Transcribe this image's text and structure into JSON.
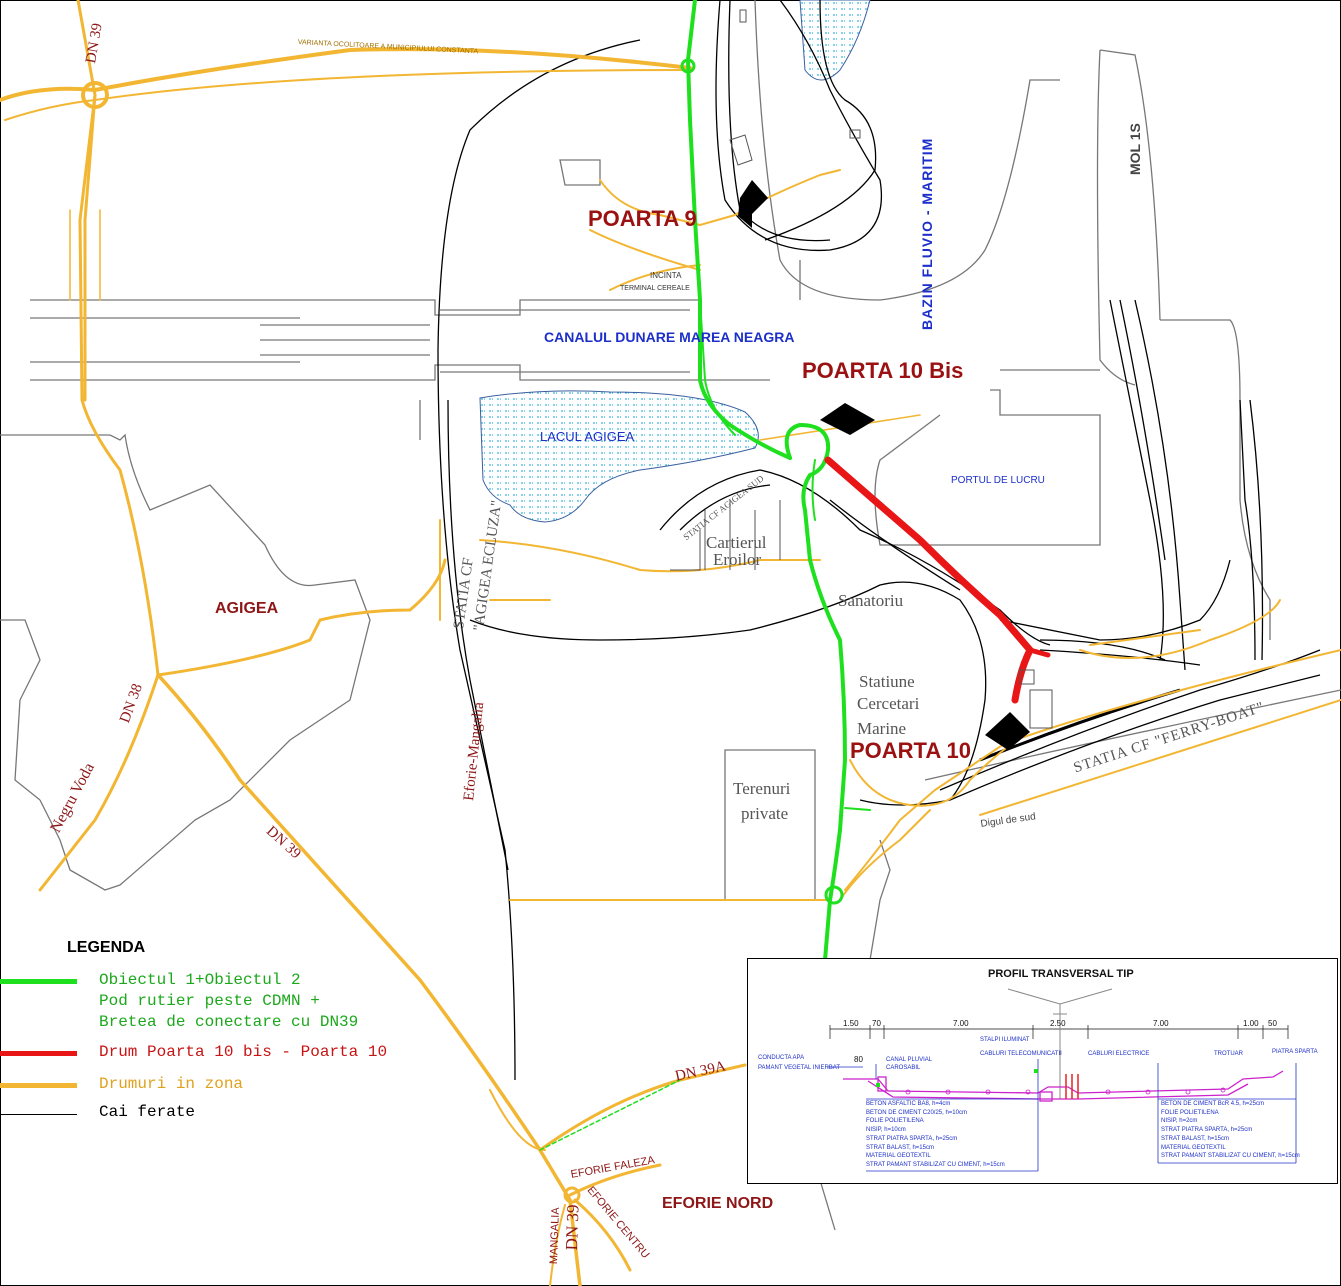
{
  "colors": {
    "green": "#1ee01e",
    "red": "#e81616",
    "yellow": "#f2b632",
    "water": "#8fe0f0",
    "label_red": "#9b1111",
    "label_blue": "#1c2fc9",
    "grey": "#666666"
  },
  "gates": {
    "poarta9": "POARTA 9",
    "poarta10bis": "POARTA 10 Bis",
    "poarta10": "POARTA 10"
  },
  "water_labels": {
    "canal": "CANALUL DUNARE MAREA NEAGRA",
    "bazin": "BAZIN FLUVIO - MARITIM",
    "lac": "LACUL AGIGEA",
    "port": "PORTUL DE LUCRU",
    "mol": "MOL 1S"
  },
  "places": {
    "agigea": "AGIGEA",
    "eforie_nord": "EFORIE NORD",
    "cartier_1": "Cartierul",
    "cartier_2": "Eroilor",
    "sanatoriu": "Sanatoriu",
    "statiune_1": "Statiune",
    "statiune_2": "Cercetari",
    "statiune_3": "Marine",
    "terenuri_1": "Terenuri",
    "terenuri_2": "private",
    "statia_ecluza_1": "STATIA CF",
    "statia_ecluza_2": "\"AGIGEA ECLUZA\"",
    "eforie_mangalia": "Eforie-Mangalia",
    "ferry_boat": "STATIA CF \"FERRY-BOAT\"",
    "agigea_sud": "STATIA CF AGIGEA SUD",
    "digul": "Digul de sud",
    "incinta_1": "INCINTA",
    "incinta_2": "TERMINAL CEREALE",
    "variant": "VARIANTA OCOLITOARE A MUNICIPIULUI CONSTANTA"
  },
  "roads": {
    "dn39_top": "DN 39",
    "dn38": "DN 38",
    "negru_voda": "Negru Voda",
    "dn39_mid": "DN 39",
    "dn39a": "DN 39A",
    "eforie_faleza": "EFORIE FALEZA",
    "eforie_centru": "EFORIE CENTRU",
    "mangalia": "MANGALIA",
    "dn39_bottom": "DN 39"
  },
  "legend": {
    "title": "LEGENDA",
    "items": [
      {
        "color": "#1ee01e",
        "text_color": "#1ca81c",
        "lines": [
          "Obiectul 1+Obiectul 2",
          "Pod rutier peste CDMN +",
          "Bretea de conectare cu DN39"
        ]
      },
      {
        "color": "#e81616",
        "text_color": "#c81414",
        "lines": [
          "Drum Poarta 10 bis - Poarta 10"
        ]
      },
      {
        "color": "#f2b632",
        "text_color": "#e0a21e",
        "lines": [
          "Drumuri in zona"
        ]
      },
      {
        "color": "#000000",
        "text_color": "#000000",
        "lines": [
          "Cai ferate"
        ]
      }
    ]
  },
  "profile": {
    "title": "PROFIL TRANSVERSAL TIP",
    "dims": [
      "1.50",
      "70",
      "7.00",
      "2.50",
      "7.00",
      "1.00",
      "50"
    ],
    "labels_top": [
      "CONDUCTA APA",
      "PAMANT VEGETAL INIERBAT",
      "80",
      "CANAL PLUVIAL",
      "CAROSABIL",
      "STALPI ILUMINAT",
      "CABLURI TELECOMUNICATII",
      "CABLURI ELECTRICE",
      "TROTUAR",
      "PIATRA SPARTA"
    ],
    "layers_left": [
      "BETON ASFALTIC BA8, h=4cm",
      "BETON DE CIMENT C20/25, h=10cm",
      "FOLIE POLIETILENA",
      "NISIP, h=10cm",
      "STRAT PIATRA SPARTA, h=25cm",
      "STRAT BALAST, h=15cm",
      "MATERIAL GEOTEXTIL",
      "STRAT PAMANT STABILIZAT CU CIMENT, h=15cm"
    ],
    "layers_right": [
      "BETON DE CIMENT BcR 4.5, h=25cm",
      "FOLIE POLIETILENA",
      "NISIP, h=2cm",
      "STRAT PIATRA SPARTA, h=25cm",
      "STRAT BALAST, h=15cm",
      "MATERIAL GEOTEXTIL",
      "STRAT PAMANT STABILIZAT CU CIMENT, h=15cm"
    ]
  }
}
